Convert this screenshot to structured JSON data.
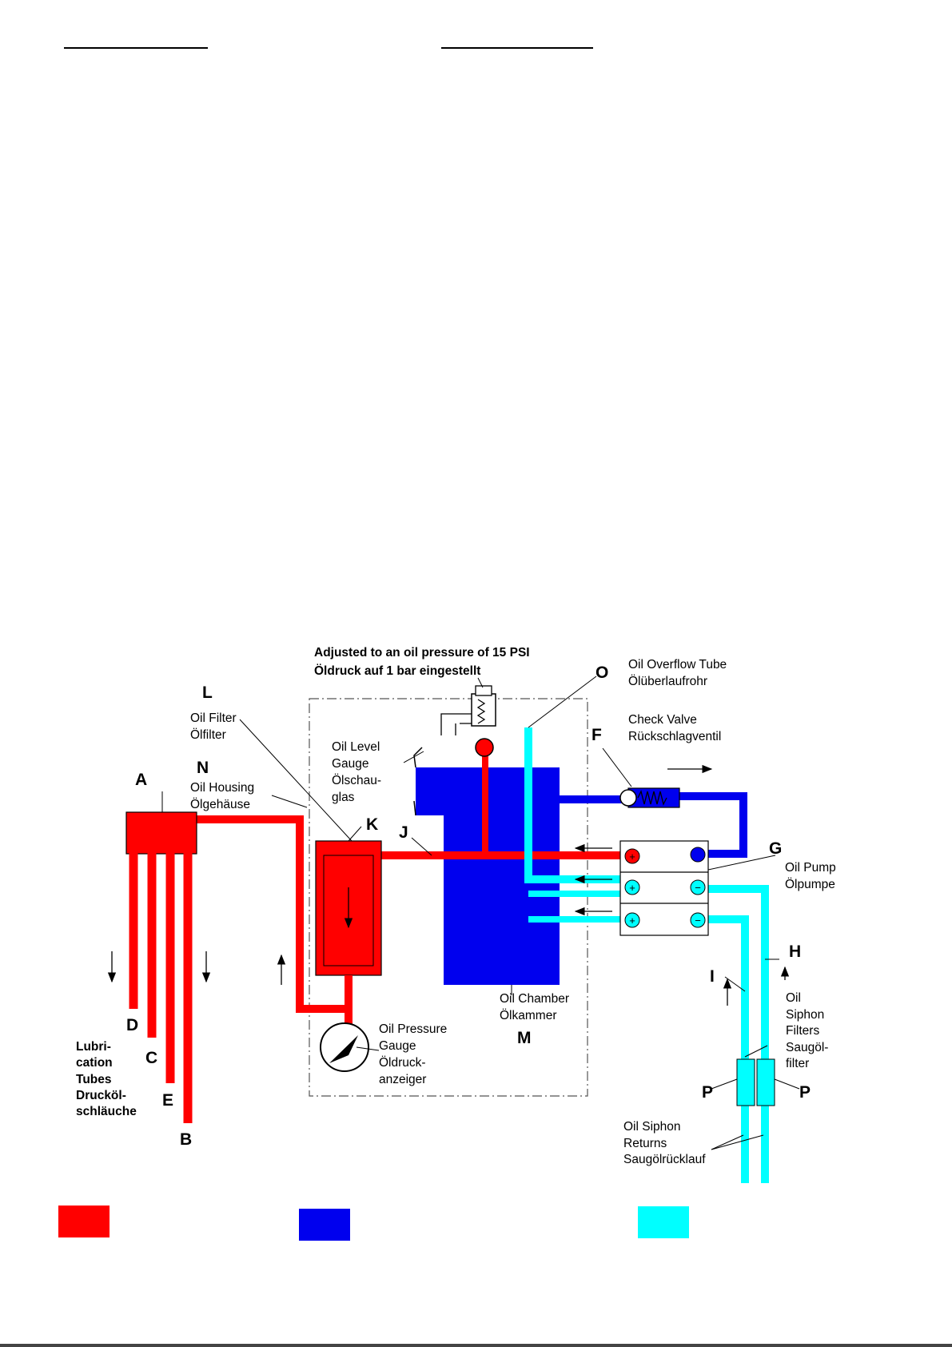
{
  "colors": {
    "pressure_oil": "#ff0000",
    "chamber_oil": "#0000ee",
    "siphon_oil": "#00ffff",
    "line": "#000000"
  },
  "labels": {
    "adjust_en": "Adjusted to an oil pressure of 15 PSI",
    "adjust_de": "Öldruck auf 1 bar eingestellt",
    "overflow_en": "Oil Overflow Tube",
    "overflow_de": "Ölüberlaufrohr",
    "check_en": "Check Valve",
    "check_de": "Rückschlagventil",
    "pump_en": "Oil Pump",
    "pump_de": "Ölpumpe",
    "filter_en": "Oil Filter",
    "filter_de": "Ölfilter",
    "housing_en": "Oil Housing",
    "housing_de": "Ölgehäuse",
    "level_1": "Oil Level",
    "level_2": "Gauge",
    "level_3": "Ölschau-",
    "level_4": "glas",
    "chamber_en": "Oil Chamber",
    "chamber_de": "Ölkammer",
    "pressure_1": "Oil Pressure",
    "pressure_2": "Gauge",
    "pressure_3": "Öldruck-",
    "pressure_4": "anzeiger",
    "lube_1": "Lubri-",
    "lube_2": "cation",
    "lube_3": "Tubes",
    "lube_4": "Drucköl-",
    "lube_5": "schläuche",
    "siphon_f1": "Oil",
    "siphon_f2": "Siphon",
    "siphon_f3": "Filters",
    "siphon_f4": "Saugöl-",
    "siphon_f5": "filter",
    "return_1": "Oil Siphon",
    "return_2": "Returns",
    "return_3": "Saugölrücklauf"
  },
  "letters": {
    "A": "A",
    "B": "B",
    "C": "C",
    "D": "D",
    "E": "E",
    "F": "F",
    "G": "G",
    "H": "H",
    "I": "I",
    "J": "J",
    "K": "K",
    "L": "L",
    "M": "M",
    "N": "N",
    "O": "O",
    "P": "P"
  }
}
